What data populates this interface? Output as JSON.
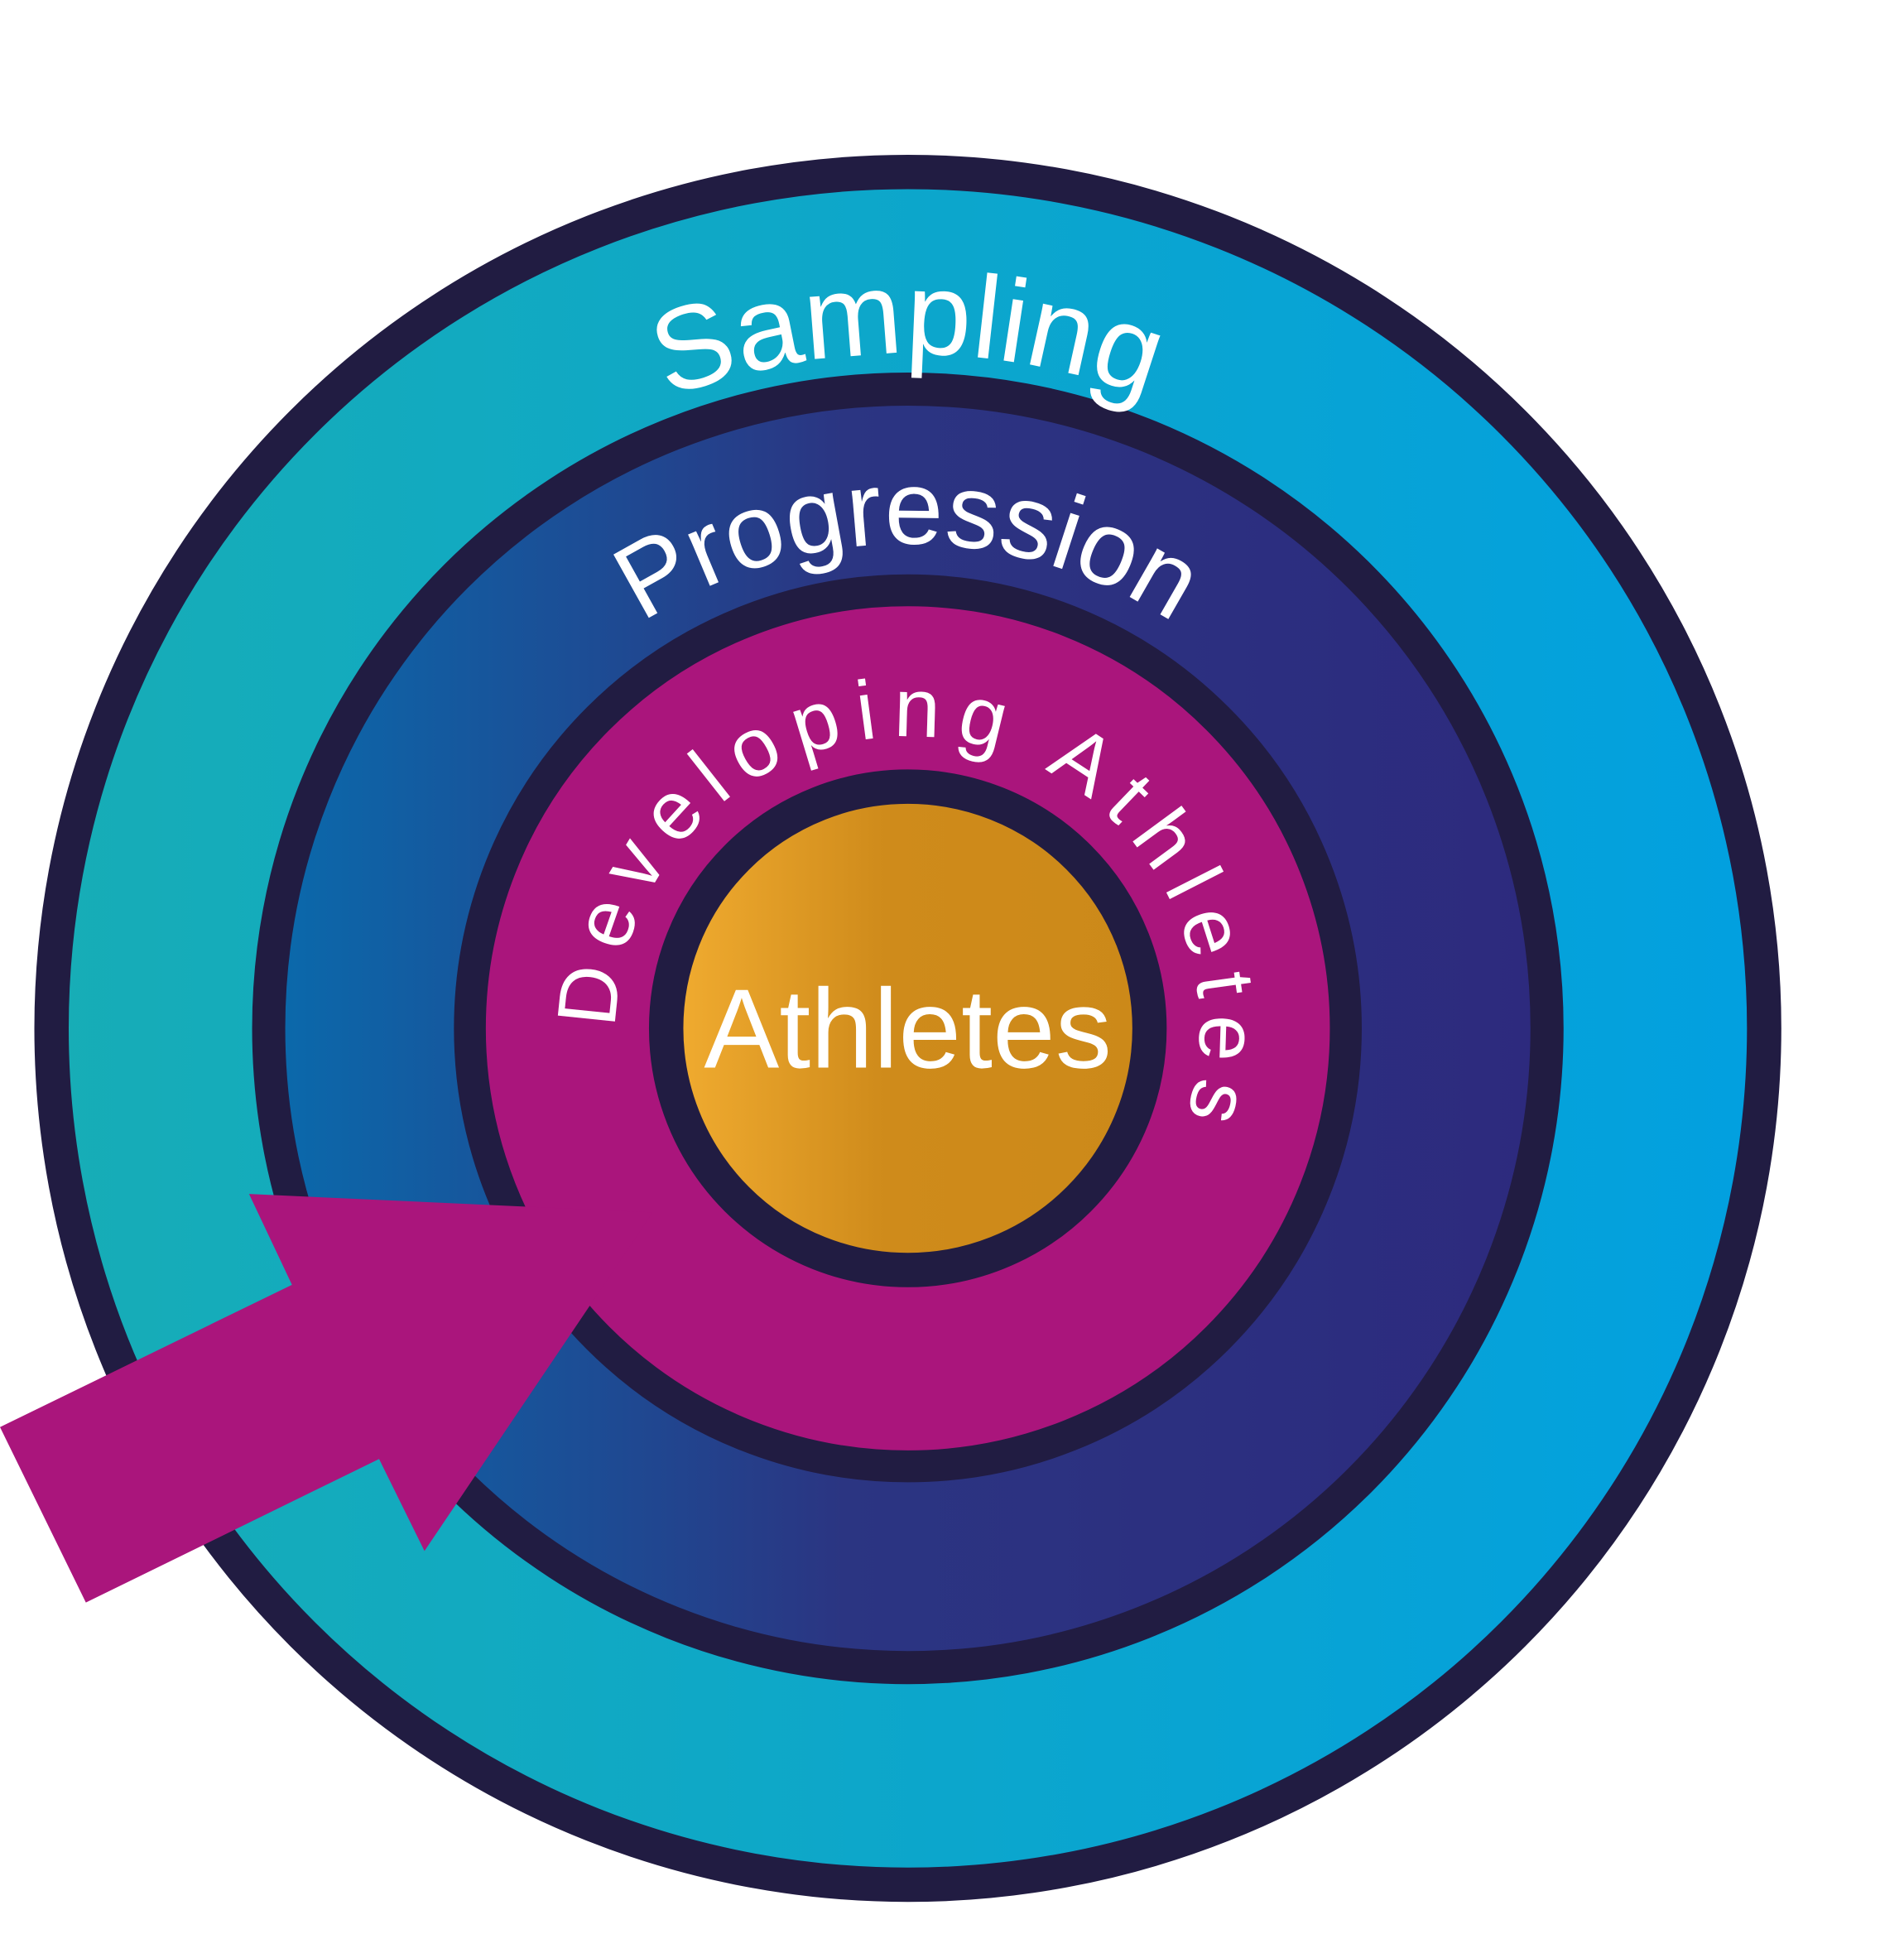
{
  "diagram": {
    "rings": [
      {
        "label": "Sampling"
      },
      {
        "label": "Progression"
      },
      {
        "label": "Developing Athletes"
      },
      {
        "label": "Athletes"
      }
    ]
  },
  "colors": {
    "outline": "#211c42",
    "sampling_left": "#17adb6",
    "sampling_right": "#02a0e0",
    "progression_left": "#0a6aac",
    "progression_right": "#2d2a7e",
    "developing": "#aa157c",
    "athletes_left": "#f2ad31",
    "athletes_right": "#cc8919",
    "arrow": "#aa157c"
  }
}
